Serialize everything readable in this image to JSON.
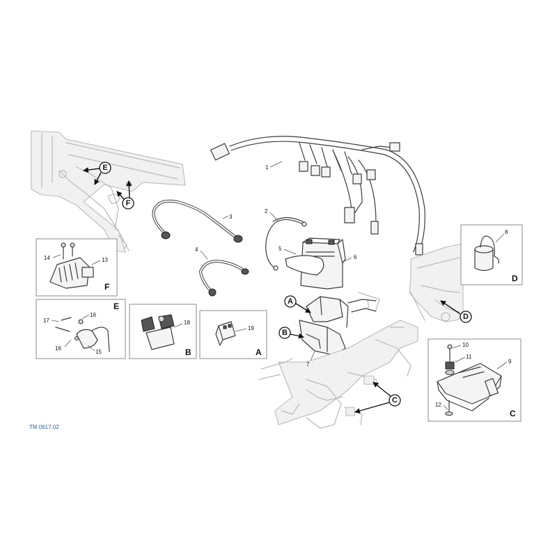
{
  "figure_ref": "TM 0617.02",
  "detail_boxes": {
    "A": "A",
    "B": "B",
    "C": "C",
    "D": "D",
    "E": "E",
    "F": "F"
  },
  "circle_markers": {
    "A": "A",
    "B": "B",
    "C": "C",
    "D": "D",
    "E": "E",
    "F": "F"
  },
  "callouts": {
    "n1": "1",
    "n2": "2",
    "n3": "3",
    "n4": "4",
    "n5": "5",
    "n6": "6",
    "n7": "7",
    "n8": "8",
    "n9": "9",
    "n10": "10",
    "n11": "11",
    "n12": "12",
    "n13": "13",
    "n14": "14",
    "n15": "15",
    "n16a": "16",
    "n16b": "16",
    "n17": "17",
    "n18": "18",
    "n19": "19"
  },
  "colors": {
    "reference_text": "#2c5da3",
    "ghost_lines": "#b9b9b9",
    "part_lines": "#3a3a3a"
  }
}
